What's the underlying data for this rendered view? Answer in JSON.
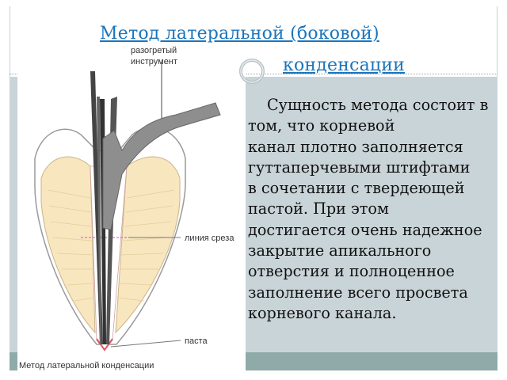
{
  "slide": {
    "title_line1": "Метод латеральной (боковой)",
    "title_line2": "конденсации",
    "body_lines": [
      "Сущность метода состоит в",
      "том, что корневой",
      "канал плотно заполняется",
      "гуттаперчевыми штифтами",
      "в сочетании с твердеющей",
      "пастой. При этом",
      "достигается очень надежное",
      "закрытие апикального",
      "отверстия и полноценное",
      "заполнение всего просвета",
      "корневого канала."
    ]
  },
  "figure": {
    "label_heated_line1": "разогретый",
    "label_heated_line2": "инструмент",
    "label_cut_line": "линия среза",
    "label_paste": "паста",
    "caption": "Метод латеральной конденсации"
  }
}
